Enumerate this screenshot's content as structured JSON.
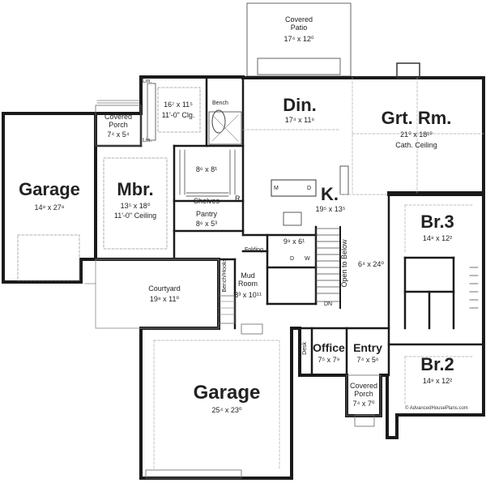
{
  "rooms": {
    "covered_patio": {
      "name": "Covered\nPatio",
      "dim": "17⁴ x 12⁰"
    },
    "master_bath": {
      "dim": "16⁷ x 11⁵",
      "note": "11'-0\" Clg."
    },
    "linen_top": "Lin.",
    "linen_bottom": "Lin.",
    "bench_top": "Bench",
    "covered_porch_left": {
      "name": "Covered\nPorch",
      "dim": "7⁴ x 5⁴"
    },
    "garage_left": {
      "name": "Garage",
      "dim": "14⁸ x 27⁸"
    },
    "master_bedroom": {
      "name": "Mbr.",
      "dim": "13⁵ x 18⁰",
      "note": "11'-0\" Ceiling"
    },
    "closet": {
      "dim": "8⁶ x 8¹"
    },
    "shelves": "Shelves",
    "r_label": "R",
    "pantry": {
      "name": "Pantry",
      "dim": "8⁶ x 5³"
    },
    "dining": {
      "name": "Din.",
      "dim": "17⁴ x 11⁶"
    },
    "great_room": {
      "name": "Grt. Rm.",
      "dim": "21⁰ x 18¹⁰",
      "note": "Cath. Ceiling"
    },
    "kitchen": {
      "name": "K.",
      "dim": "19⁵ x 13⁵"
    },
    "kitchen_m": "M",
    "kitchen_d": "D",
    "bedroom3": {
      "name": "Br.3",
      "dim": "14⁸ x 12²"
    },
    "laundry": {
      "dim": "9⁹ x 6¹"
    },
    "folding": "Folding",
    "laundry_d": "D",
    "laundry_w": "W",
    "hall": {
      "dim": "6⁴ x 24⁰"
    },
    "open_to_below": "Open to Below",
    "bench_hooks": "Bench/Hooks",
    "mud_room": {
      "name": "Mud\nRoom",
      "dim": "8³ x 10¹¹"
    },
    "courtyard": {
      "name": "Courtyard",
      "dim": "19⁸ x 11⁰"
    },
    "dn": "DN",
    "garage_main": {
      "name": "Garage",
      "dim": "25⁴ x 23⁰"
    },
    "desk": "Desk",
    "office": {
      "name": "Office",
      "dim": "7⁵ x 7⁹"
    },
    "entry": {
      "name": "Entry",
      "dim": "7⁴ x 5⁶"
    },
    "bedroom2": {
      "name": "Br.2",
      "dim": "14⁸ x 12²"
    },
    "covered_porch_front": {
      "name": "Covered\nPorch",
      "dim": "7⁴ x 7⁰"
    }
  },
  "credit": "© AdvancedHousePlans.com",
  "colors": {
    "wall": "#1a1a1a",
    "thin": "#555555",
    "dash": "#999999"
  }
}
